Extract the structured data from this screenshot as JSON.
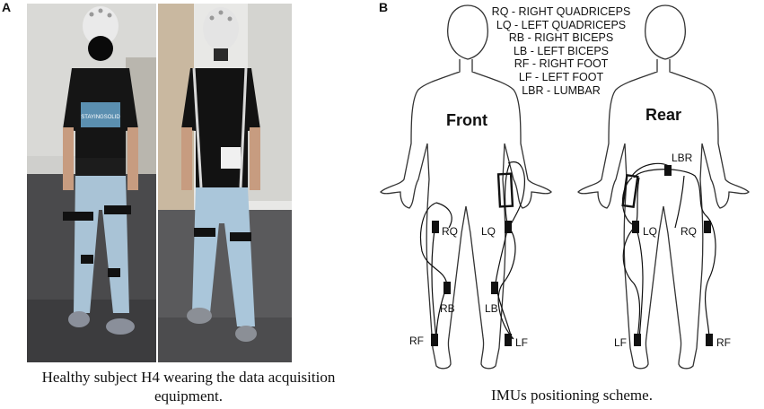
{
  "panel_a": {
    "letter": "A",
    "caption_line1": "Healthy subject H4 wearing the data acquisition",
    "caption_line2": "equipment.",
    "print_text": "STAYINGSOLID"
  },
  "panel_b": {
    "letter": "B",
    "legend": [
      "RQ - RIGHT QUADRICEPS",
      "LQ - LEFT QUADRICEPS",
      "RB - RIGHT BICEPS",
      "LB - LEFT BICEPS",
      "RF - RIGHT FOOT",
      "LF - LEFT FOOT",
      "LBR - LUMBAR"
    ],
    "front_title": "Front",
    "rear_title": "Rear",
    "front_labels": {
      "rq": "RQ",
      "lq": "LQ",
      "rb": "RB",
      "lb": "LB",
      "rf": "RF",
      "lf": "LF"
    },
    "rear_labels": {
      "lbr": "LBR",
      "lq": "LQ",
      "rq": "RQ",
      "lf": "LF",
      "rf": "RF"
    },
    "caption": "IMUs positioning scheme."
  }
}
